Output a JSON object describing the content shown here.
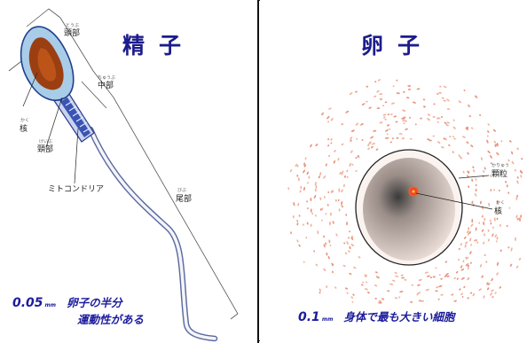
{
  "sperm_panel": {
    "title": "精子",
    "labels": {
      "head": "頭部",
      "head_ruby": "とうぶ",
      "nucleus": "核",
      "nucleus_ruby": "かく",
      "neck": "頸部",
      "neck_ruby": "けいぶ",
      "midpiece": "中部",
      "midpiece_ruby": "ちゅうぶ",
      "mitochondria": "ミトコンドリア",
      "tail": "尾部",
      "tail_ruby": "びぶ"
    },
    "caption": {
      "size": "0.05",
      "unit": "mm",
      "line1": "卵子の半分",
      "line2": "運動性がある"
    }
  },
  "egg_panel": {
    "title": "卵子",
    "labels": {
      "granule": "顆粒",
      "granule_ruby": "かりゅう",
      "nucleus": "核",
      "nucleus_ruby": "かく"
    },
    "caption": {
      "size": "0.1",
      "unit": "mm",
      "text": "身体で最も大きい細胞"
    }
  }
}
